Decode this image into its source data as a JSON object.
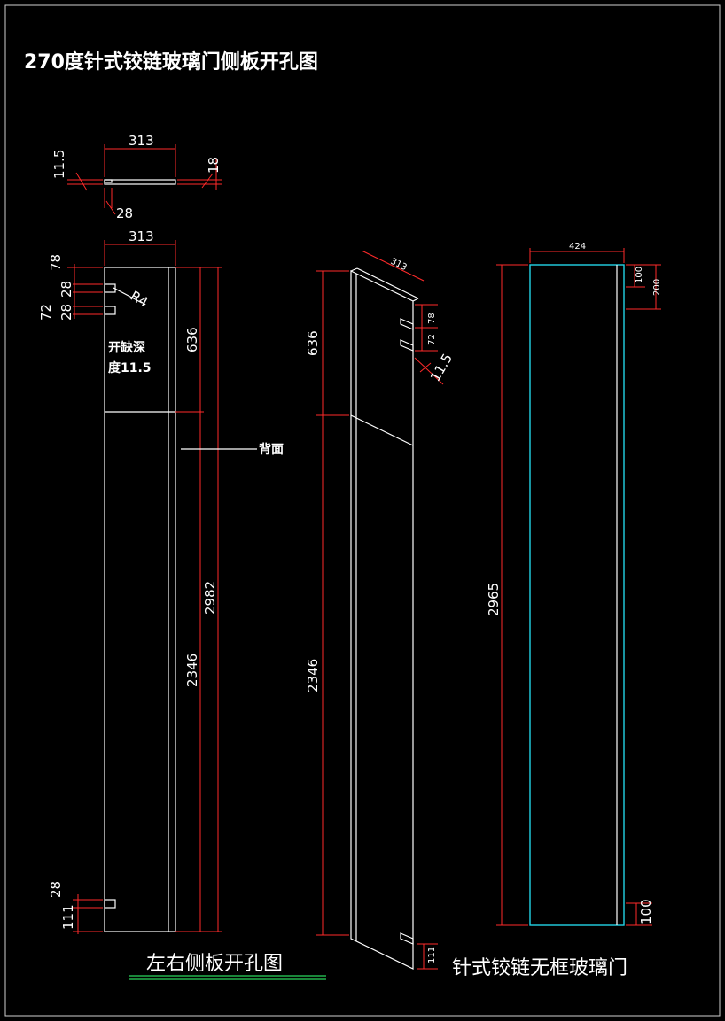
{
  "title": "270度针式铰链玻璃门侧板开孔图",
  "labels": {
    "notch_depth_line1": "开缺深",
    "notch_depth_line2": "度11.5",
    "back_side": "背面",
    "r4": "R4",
    "side_panel_caption": "左右侧板开孔图",
    "door_caption": "针式铰链无框玻璃门"
  },
  "dimensions": {
    "top_width": "313",
    "top_thick_left": "11.5",
    "top_thick_right": "18",
    "top_inset": "28",
    "side_width": "313",
    "side_78": "78",
    "side_28a": "28",
    "side_72": "72",
    "side_28b": "28",
    "side_636": "636",
    "side_2982": "2982",
    "side_2346": "2346",
    "side_bottom_28": "28",
    "side_bottom_111": "111",
    "iso_313": "313",
    "iso_636": "636",
    "iso_2346": "2346",
    "iso_78": "78",
    "iso_72": "72",
    "iso_115": "11.5",
    "iso_111": "111",
    "door_width": "424",
    "door_height": "2965",
    "door_100_top": "100",
    "door_200": "200",
    "door_100_bottom": "100"
  }
}
